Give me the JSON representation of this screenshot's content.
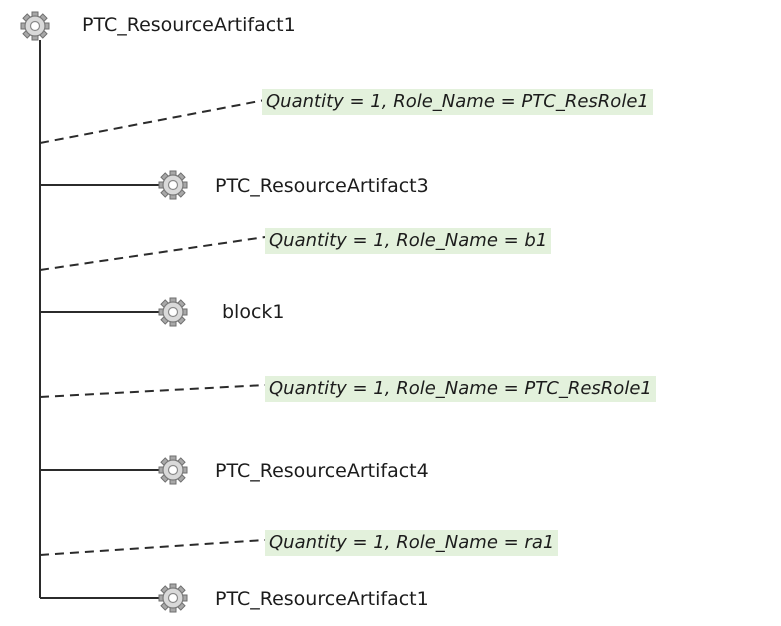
{
  "root": {
    "label": "PTC_ResourceArtifact1",
    "icon": "gear-icon"
  },
  "children": [
    {
      "relation": "Quantity = 1, Role_Name = PTC_ResRole1",
      "label": "PTC_ResourceArtifact3",
      "icon": "gear-icon"
    },
    {
      "relation": "Quantity = 1, Role_Name = b1",
      "label": "block1",
      "icon": "gear-icon"
    },
    {
      "relation": "Quantity = 1, Role_Name = PTC_ResRole1",
      "label": "PTC_ResourceArtifact4",
      "icon": "gear-icon"
    },
    {
      "relation": "Quantity = 1, Role_Name = ra1",
      "label": "PTC_ResourceArtifact1",
      "icon": "gear-icon"
    }
  ],
  "colors": {
    "line": "#2b2b2b",
    "label_bg": "#e3f1dc",
    "gear_light": "#d9d9d9",
    "gear_dark": "#8a8a8a"
  }
}
